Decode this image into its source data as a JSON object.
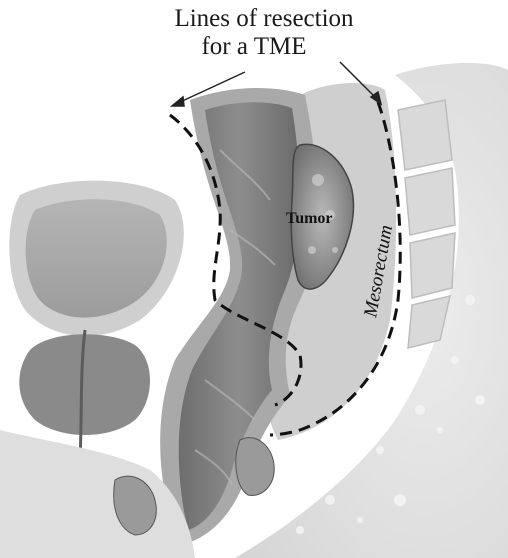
{
  "title": {
    "line1": "Lines of resection",
    "line2": "for a TME"
  },
  "labels": {
    "tumor": "Tumor",
    "mesorectum": "Mesorectum"
  },
  "colors": {
    "background": "#ffffff",
    "dashed_line": "#111111",
    "tumor": "#8c8c8c",
    "rectal_wall": "#9a9a9a",
    "mesorectum": "#c9c9c9",
    "sacrum": "#e3e3e3",
    "bladder": "#a8a8a8",
    "prostate": "#7d7d7d"
  }
}
